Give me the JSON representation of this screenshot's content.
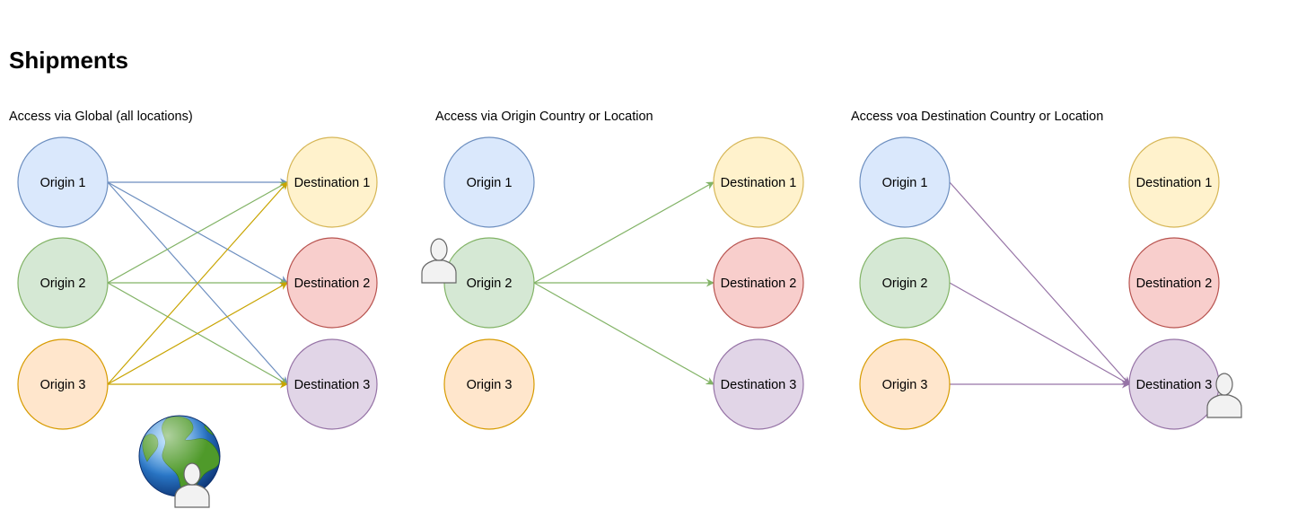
{
  "page_title": "Shipments",
  "colors": {
    "origin_1": {
      "fill": "#dae8fc",
      "stroke": "#6c8ebf"
    },
    "origin_2": {
      "fill": "#d5e8d4",
      "stroke": "#82b366"
    },
    "origin_3": {
      "fill": "#ffe6cc",
      "stroke": "#d79b00"
    },
    "destination_1": {
      "fill": "#fff2cc",
      "stroke": "#d6b656"
    },
    "destination_2": {
      "fill": "#f8cecc",
      "stroke": "#b85450"
    },
    "destination_3": {
      "fill": "#e1d5e7",
      "stroke": "#9673a6"
    },
    "edge_blue": "#6c8ebf",
    "edge_green": "#82b366",
    "edge_gold": "#c8a400",
    "edge_purple": "#9673a6"
  },
  "panels": [
    {
      "label": "Access via Global (all locations)",
      "access_icon": "globe-with-user-icon",
      "nodes": {
        "o1": "Origin 1",
        "o2": "Origin 2",
        "o3": "Origin 3",
        "d1": "Destination 1",
        "d2": "Destination 2",
        "d3": "Destination 3"
      },
      "edges": [
        {
          "from": "o1",
          "to": "d1",
          "color": "edge_blue"
        },
        {
          "from": "o1",
          "to": "d2",
          "color": "edge_blue"
        },
        {
          "from": "o1",
          "to": "d3",
          "color": "edge_blue"
        },
        {
          "from": "o2",
          "to": "d1",
          "color": "edge_green"
        },
        {
          "from": "o2",
          "to": "d2",
          "color": "edge_green"
        },
        {
          "from": "o2",
          "to": "d3",
          "color": "edge_green"
        },
        {
          "from": "o3",
          "to": "d1",
          "color": "edge_gold"
        },
        {
          "from": "o3",
          "to": "d2",
          "color": "edge_gold"
        },
        {
          "from": "o3",
          "to": "d3",
          "color": "edge_gold"
        }
      ]
    },
    {
      "label": "Access via Origin Country or Location",
      "access_icon": "user-icon",
      "nodes": {
        "o1": "Origin 1",
        "o2": "Origin 2",
        "o3": "Origin 3",
        "d1": "Destination 1",
        "d2": "Destination 2",
        "d3": "Destination 3"
      },
      "edges": [
        {
          "from": "o2",
          "to": "d1",
          "color": "edge_green"
        },
        {
          "from": "o2",
          "to": "d2",
          "color": "edge_green"
        },
        {
          "from": "o2",
          "to": "d3",
          "color": "edge_green"
        }
      ]
    },
    {
      "label": "Access voa Destination Country or Location",
      "access_icon": "user-icon",
      "nodes": {
        "o1": "Origin 1",
        "o2": "Origin 2",
        "o3": "Origin 3",
        "d1": "Destination 1",
        "d2": "Destination 2",
        "d3": "Destination 3"
      },
      "edges": [
        {
          "from": "o1",
          "to": "d3",
          "color": "edge_purple"
        },
        {
          "from": "o2",
          "to": "d3",
          "color": "edge_purple"
        },
        {
          "from": "o3",
          "to": "d3",
          "color": "edge_purple"
        }
      ]
    }
  ]
}
